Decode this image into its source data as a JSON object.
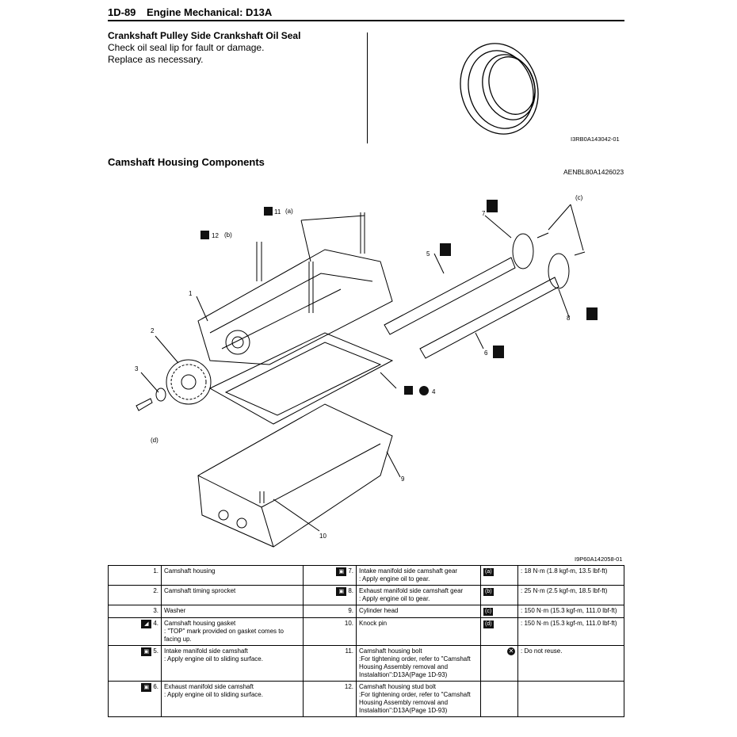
{
  "header": {
    "page": "1D-89",
    "title": "Engine Mechanical: D13A"
  },
  "section1": {
    "title": "Crankshaft Pulley Side Crankshaft Oil Seal",
    "lines": [
      "Check oil seal lip for fault or damage.",
      "Replace as necessary."
    ],
    "image_id": "I3RB0A143042-01"
  },
  "section2": {
    "title": "Camshaft Housing Components",
    "ref_id": "AENBL80A1426023",
    "image_id": "I9P60A142058-01",
    "callouts": {
      "c1": "1",
      "c2": "2",
      "c3": "3",
      "c4": "4",
      "c5": "5",
      "c6": "6",
      "c7": "7",
      "c8": "8",
      "c9": "9",
      "c10": "10",
      "c11": "11",
      "c12": "12",
      "ta": "(a)",
      "tb": "(b)",
      "tc": "(c)",
      "td": "(d)"
    }
  },
  "legend": {
    "rows": [
      {
        "n1": "1.",
        "t1": "Camshaft housing",
        "n2": "7.",
        "t2": "Intake manifold side camshaft gear",
        "s2": ": Apply engine oil to gear.",
        "tq": "(a)",
        "tv": ": 18 N·m (1.8 kgf-m, 13.5 lbf-ft)"
      },
      {
        "n1": "2.",
        "t1": "Camshaft timing sprocket",
        "n2": "8.",
        "t2": "Exhaust manifold side camshaft gear",
        "s2": ": Apply engine oil to gear.",
        "tq": "(b)",
        "tv": ": 25 N·m (2.5 kgf-m, 18.5 lbf-ft)"
      },
      {
        "n1": "3.",
        "t1": "Washer",
        "n2": "9.",
        "t2": "Cylinder head",
        "s2": "",
        "tq": "(c)",
        "tv": ": 150 N·m (15.3 kgf-m, 111.0 lbf-ft)"
      },
      {
        "n1": "4.",
        "t1": "Camshaft housing gasket",
        "s1": ": \"TOP\" mark provided on gasket comes to facing up.",
        "n2": "10.",
        "t2": "Knock pin",
        "s2": "",
        "tq": "(d)",
        "tv": ": 150 N·m (15.3 kgf-m, 111.0 lbf-ft)"
      },
      {
        "n1": "5.",
        "t1": "Intake manifold side camshaft",
        "s1": ": Apply engine oil to sliding surface.",
        "n2": "11.",
        "t2": "Camshaft housing bolt",
        "s2": ":For tightening order, refer to \"Camshaft Housing Assembly removal and Instalaltion\":D13A(Page 1D-93)",
        "tq": "",
        "tv": ": Do not reuse."
      },
      {
        "n1": "6.",
        "t1": "Exhaust manifold side camshaft",
        "s1": ": Apply engine oil to sliding surface.",
        "n2": "12.",
        "t2": "Camshaft housing stud bolt",
        "s2": ":For tightening order, refer to \"Camshaft Housing Assembly removal and Instalaltion\":D13A(Page 1D-93)",
        "tq": "",
        "tv": ""
      }
    ]
  }
}
